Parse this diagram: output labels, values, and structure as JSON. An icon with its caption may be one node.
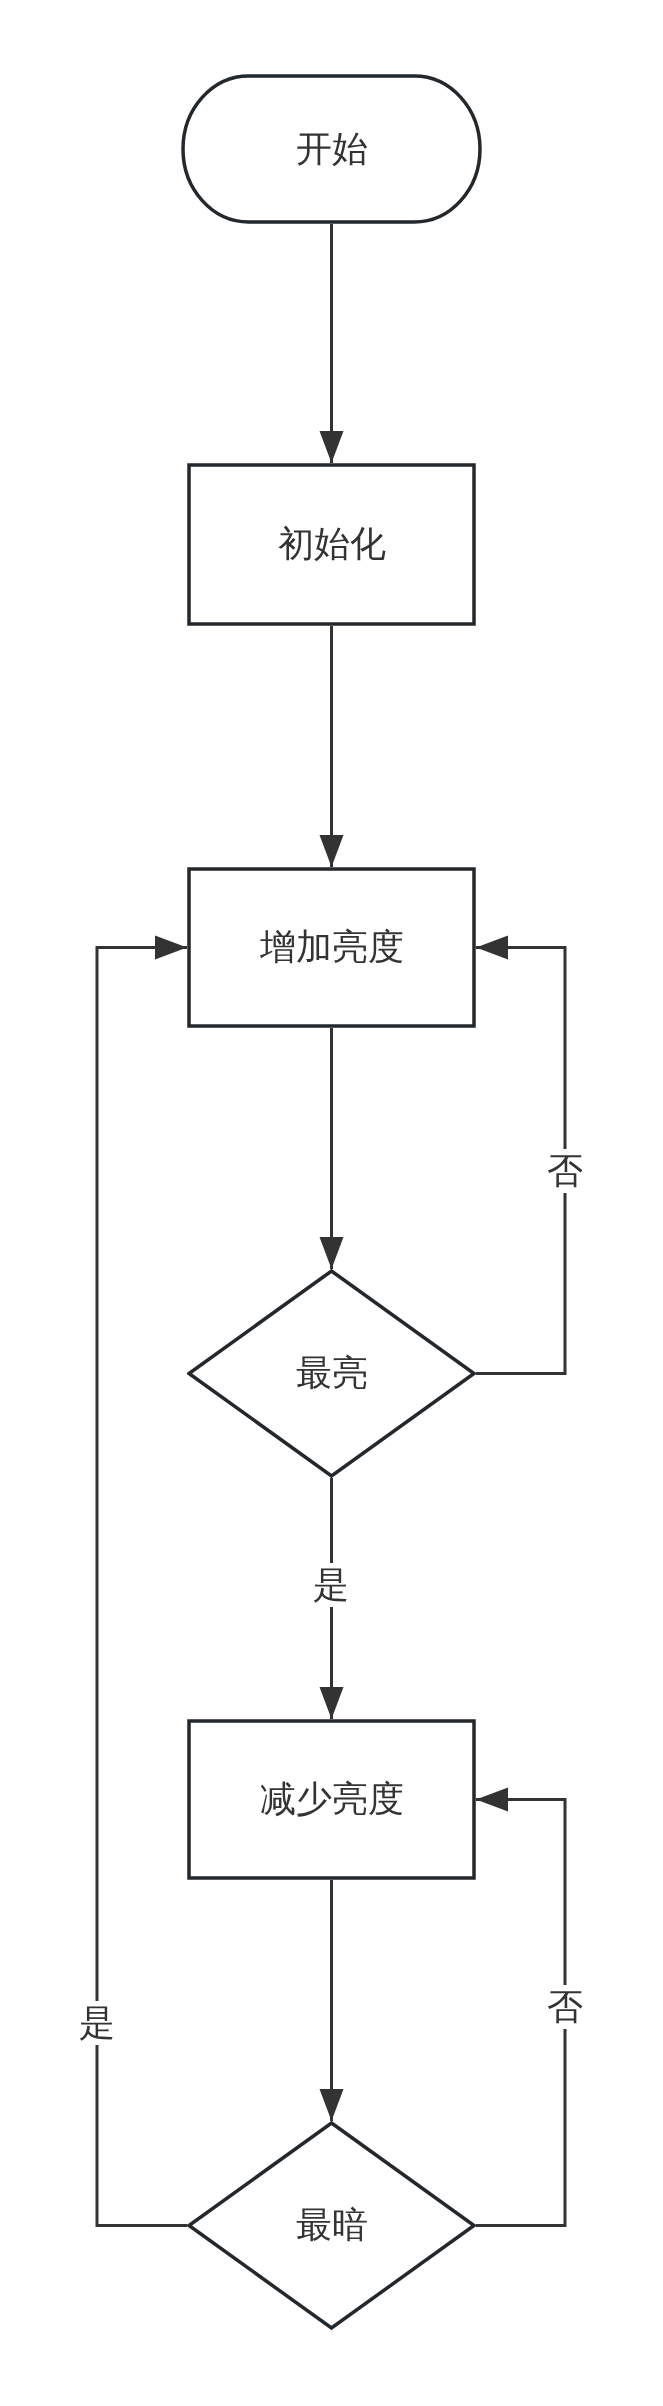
{
  "diagram": {
    "nodes": [
      {
        "text": [
          "开始"
        ]
      },
      {
        "text": [
          "初始化"
        ]
      },
      {
        "text": [
          "增加亮度"
        ]
      },
      {
        "text": [
          "最亮"
        ]
      },
      {
        "text": [
          "减少亮度"
        ]
      },
      {
        "text": [
          "最暗"
        ]
      }
    ],
    "edges": [
      {
        "from": 0,
        "to": 1,
        "arrow": "to"
      },
      {
        "from": 1,
        "to": 2,
        "arrow": "to"
      },
      {
        "from": 2,
        "to": 3,
        "arrow": "to"
      },
      {
        "from": 3,
        "to": 2,
        "arrow": "to",
        "label": "否"
      },
      {
        "from": 3,
        "to": 4,
        "arrow": "to",
        "label": "是"
      },
      {
        "from": 4,
        "to": 5,
        "arrow": "to"
      },
      {
        "from": 5,
        "to": 4,
        "arrow": "to",
        "label": "否"
      },
      {
        "from": 5,
        "to": 2,
        "arrow": "to",
        "label": "是"
      }
    ]
  }
}
